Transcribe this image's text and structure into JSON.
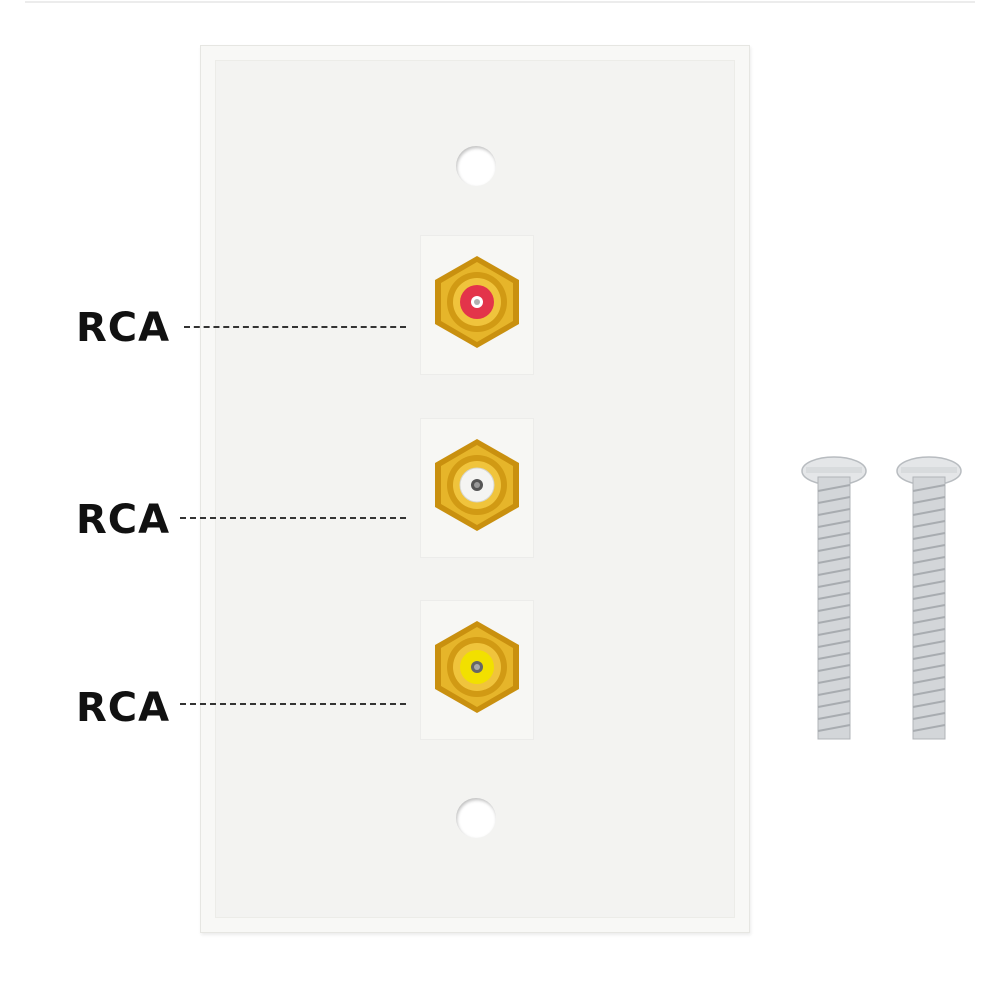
{
  "callouts": [
    {
      "label": "RCA",
      "jack_color": "#e3344a"
    },
    {
      "label": "RCA",
      "jack_color": "#f4f4f2"
    },
    {
      "label": "RCA",
      "jack_color": "#f2e000"
    }
  ],
  "colors": {
    "plate": "#f3f3f1",
    "brass": "#d9a21a",
    "screw": "#d8dbdd"
  },
  "icons": [
    "wall-plate",
    "rca-jack",
    "mounting-screw"
  ]
}
